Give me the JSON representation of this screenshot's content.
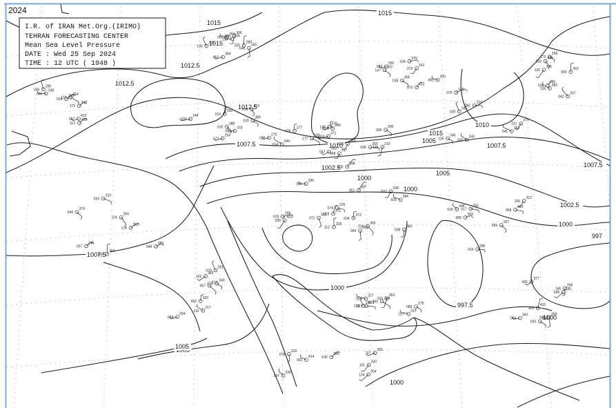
{
  "header": {
    "year_label": "2024",
    "legend_lines": [
      "I.R. of IRAN Met.Org.(IRIMO)",
      "TEHRAN FORECASTING CENTER",
      "Mean Sea Level Pressure",
      "DATE :  Wed 25 Sep 2024",
      "TIME :   12 UTC    (  1948 )"
    ]
  },
  "colors": {
    "frame_border": "#7da7d9",
    "isobar": "#1a1a1a",
    "grid": "#9a9a9a"
  },
  "isobar_labels": [
    "1015",
    "1015",
    "1015",
    "1015",
    "1012.5",
    "1012.5",
    "1012.5",
    "1010",
    "1010",
    "1007.5",
    "1007.5",
    "1007.5",
    "1007.5",
    "1005",
    "1005",
    "1005",
    "1002.5",
    "1002.5",
    "1000",
    "1000",
    "1000",
    "1000",
    "1000",
    "997.5",
    "997",
    "1000",
    "1005"
  ],
  "stations": [
    {
      "t": "388",
      "d": "016"
    },
    {
      "t": "192",
      "d": "177"
    },
    {
      "t": "210",
      "d": "115"
    },
    {
      "t": "336",
      "d": "000"
    },
    {
      "t": "284",
      "d": "025"
    },
    {
      "t": "145",
      "d": "070"
    },
    {
      "t": "393",
      "d": "089"
    },
    {
      "t": "232",
      "d": "113"
    },
    {
      "t": "264",
      "d": "044"
    },
    {
      "t": "356",
      "d": "114"
    },
    {
      "t": "254",
      "d": "127"
    },
    {
      "t": "300",
      "d": "004"
    },
    {
      "t": "363",
      "d": "050"
    },
    {
      "t": "250",
      "d": "083"
    },
    {
      "t": "238",
      "d": "135"
    },
    {
      "t": "355",
      "d": "117"
    },
    {
      "t": "294",
      "d": "173"
    },
    {
      "t": "277",
      "d": "078"
    },
    {
      "t": "398",
      "d": "105"
    },
    {
      "t": "326",
      "d": "112"
    },
    {
      "t": "238",
      "d": "032"
    },
    {
      "t": "335",
      "d": "028"
    },
    {
      "t": "290",
      "d": "019"
    },
    {
      "t": "344",
      "d": "000"
    },
    {
      "t": "217",
      "d": "116"
    },
    {
      "t": "245",
      "d": "057"
    },
    {
      "t": "280",
      "d": "036"
    },
    {
      "t": "393",
      "d": "048"
    },
    {
      "t": "258",
      "d": "173"
    },
    {
      "t": "413",
      "d": "070"
    },
    {
      "t": "306",
      "d": "060"
    },
    {
      "t": "232",
      "d": "078"
    },
    {
      "t": "413",
      "d": "018"
    },
    {
      "t": "370",
      "d": "148"
    },
    {
      "t": "355",
      "d": "028"
    },
    {
      "t": "422",
      "d": "035"
    },
    {
      "t": "380",
      "d": "038"
    },
    {
      "t": "346",
      "d": "105"
    },
    {
      "t": "283",
      "d": "017"
    },
    {
      "t": "327",
      "d": "005"
    },
    {
      "t": "219",
      "d": "057"
    },
    {
      "t": "252",
      "d": "174"
    },
    {
      "t": "436",
      "d": "113"
    },
    {
      "t": "415",
      "d": "163"
    },
    {
      "t": "307",
      "d": "042"
    },
    {
      "t": "370",
      "d": "104"
    },
    {
      "t": "268",
      "d": "020"
    },
    {
      "t": "386",
      "d": "106"
    },
    {
      "t": "244",
      "d": "033"
    },
    {
      "t": "349",
      "d": "016"
    },
    {
      "t": "317",
      "d": "048"
    },
    {
      "t": "326",
      "d": "074"
    },
    {
      "t": "291",
      "d": "043"
    },
    {
      "t": "340",
      "d": "150"
    },
    {
      "t": "312",
      "d": "106"
    },
    {
      "t": "275",
      "d": "083"
    },
    {
      "t": "383",
      "d": "162"
    },
    {
      "t": "233",
      "d": "033"
    },
    {
      "t": "248",
      "d": "173"
    },
    {
      "t": "377",
      "d": "065"
    },
    {
      "t": "415",
      "d": "039"
    },
    {
      "t": "261",
      "d": "073"
    },
    {
      "t": "345",
      "d": "048"
    },
    {
      "t": "304",
      "d": "134"
    },
    {
      "t": "389",
      "d": "030"
    },
    {
      "t": "344",
      "d": "014"
    },
    {
      "t": "250",
      "d": "015"
    },
    {
      "t": "311",
      "d": "018"
    },
    {
      "t": "366",
      "d": "016"
    },
    {
      "t": "375",
      "d": "011"
    },
    {
      "t": "257",
      "d": "055"
    },
    {
      "t": "319",
      "d": "017"
    },
    {
      "t": "340",
      "d": "075"
    },
    {
      "t": "364",
      "d": "160"
    },
    {
      "t": "412",
      "d": "067"
    },
    {
      "t": "268",
      "d": "146"
    },
    {
      "t": "306",
      "d": "126"
    },
    {
      "t": "300",
      "d": "060"
    },
    {
      "t": "306",
      "d": "127"
    },
    {
      "t": "414",
      "d": "020"
    },
    {
      "t": "318",
      "d": "001"
    },
    {
      "t": "275",
      "d": "028"
    },
    {
      "t": "200",
      "d": "090"
    },
    {
      "t": "298",
      "d": "078"
    },
    {
      "t": "307",
      "d": "051"
    },
    {
      "t": "363",
      "d": "041"
    },
    {
      "t": "444",
      "d": "018"
    },
    {
      "t": "353",
      "d": "015"
    },
    {
      "t": "281",
      "d": "079"
    },
    {
      "t": "379",
      "d": "044"
    },
    {
      "t": "338",
      "d": "066"
    },
    {
      "t": "258",
      "d": "093"
    },
    {
      "t": "406",
      "d": "033"
    },
    {
      "t": "293",
      "d": "147"
    },
    {
      "t": "384",
      "d": "052"
    },
    {
      "t": "330",
      "d": "101"
    },
    {
      "t": "258",
      "d": "016"
    },
    {
      "t": "371",
      "d": "052"
    },
    {
      "t": "353",
      "d": "047"
    },
    {
      "t": "362",
      "d": "072"
    },
    {
      "t": "373",
      "d": "034"
    },
    {
      "t": "313",
      "d": "082"
    },
    {
      "t": "393",
      "d": "058"
    },
    {
      "t": "413",
      "d": "067"
    },
    {
      "t": "333",
      "d": "052"
    },
    {
      "t": "385",
      "d": "048"
    },
    {
      "t": "301",
      "d": "016"
    },
    {
      "t": "235",
      "d": "049"
    },
    {
      "t": "392",
      "d": "136"
    },
    {
      "t": "406",
      "d": "018"
    },
    {
      "t": "364",
      "d": "082"
    },
    {
      "t": "330",
      "d": "147"
    }
  ]
}
